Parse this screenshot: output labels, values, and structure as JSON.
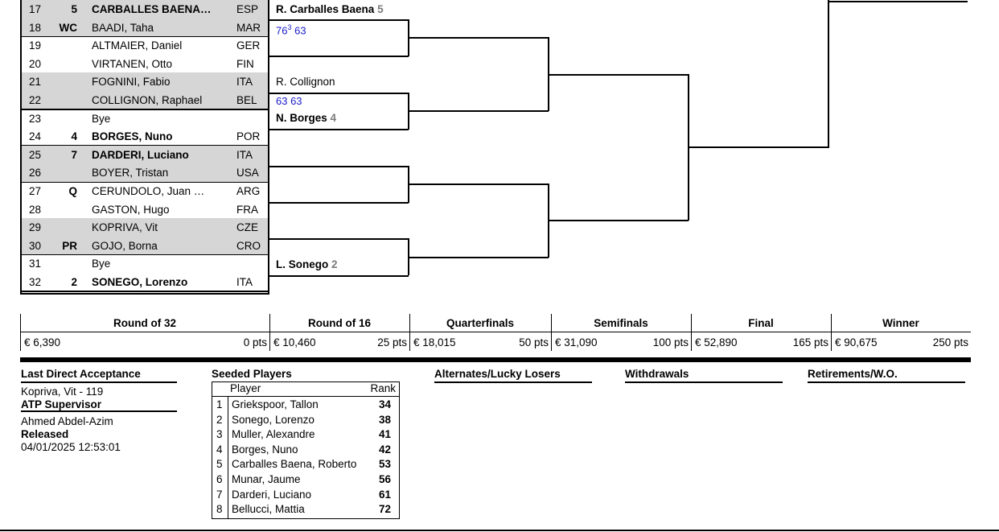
{
  "draw": [
    {
      "num": "17",
      "seed": "5",
      "name": "CARBALLES BAENA, ...",
      "nat": "ESP",
      "bold": true
    },
    {
      "num": "18",
      "seed": "WC",
      "name": "BAADI, Taha",
      "nat": "MAR",
      "bold": false
    },
    {
      "num": "19",
      "seed": "",
      "name": "ALTMAIER, Daniel",
      "nat": "GER",
      "bold": false
    },
    {
      "num": "20",
      "seed": "",
      "name": "VIRTANEN, Otto",
      "nat": "FIN",
      "bold": false
    },
    {
      "num": "21",
      "seed": "",
      "name": "FOGNINI, Fabio",
      "nat": "ITA",
      "bold": false
    },
    {
      "num": "22",
      "seed": "",
      "name": "COLLIGNON, Raphael",
      "nat": "BEL",
      "bold": false
    },
    {
      "num": "23",
      "seed": "",
      "name": "Bye",
      "nat": "",
      "bold": false
    },
    {
      "num": "24",
      "seed": "4",
      "name": "BORGES, Nuno",
      "nat": "POR",
      "bold": true
    },
    {
      "num": "25",
      "seed": "7",
      "name": "DARDERI, Luciano",
      "nat": "ITA",
      "bold": true
    },
    {
      "num": "26",
      "seed": "",
      "name": "BOYER, Tristan",
      "nat": "USA",
      "bold": false
    },
    {
      "num": "27",
      "seed": "Q",
      "name": "CERUNDOLO, Juan Ma...",
      "nat": "ARG",
      "bold": false
    },
    {
      "num": "28",
      "seed": "",
      "name": "GASTON, Hugo",
      "nat": "FRA",
      "bold": false
    },
    {
      "num": "29",
      "seed": "",
      "name": "KOPRIVA, Vit",
      "nat": "CZE",
      "bold": false
    },
    {
      "num": "30",
      "seed": "PR",
      "name": "GOJO, Borna",
      "nat": "CRO",
      "bold": false
    },
    {
      "num": "31",
      "seed": "",
      "name": "Bye",
      "nat": "",
      "bold": false
    },
    {
      "num": "32",
      "seed": "2",
      "name": "SONEGO, Lorenzo",
      "nat": "ITA",
      "bold": true
    }
  ],
  "r16": {
    "m1": {
      "winner": "R. Carballes Baena",
      "seed": "5",
      "score_main": "76",
      "score_tb": "3",
      "score_rest": " 63"
    },
    "m3a": {
      "winner": "R. Collignon",
      "score": "63 63"
    },
    "m3b": {
      "winner": "N. Borges",
      "seed": "4"
    },
    "m8": {
      "winner": "L. Sonego",
      "seed": "2"
    }
  },
  "prize": {
    "rounds": [
      {
        "label": "Round of 32",
        "money": "€ 6,390",
        "pts": "0 pts"
      },
      {
        "label": "Round of 16",
        "money": "€ 10,460",
        "pts": "25 pts"
      },
      {
        "label": "Quarterfinals",
        "money": "€ 18,015",
        "pts": "50 pts"
      },
      {
        "label": "Semifinals",
        "money": "€ 31,090",
        "pts": "100 pts"
      },
      {
        "label": "Final",
        "money": "€ 52,890",
        "pts": "165 pts"
      },
      {
        "label": "Winner",
        "money": "€ 90,675",
        "pts": "250 pts"
      }
    ]
  },
  "footer": {
    "lda_title": "Last Direct Acceptance",
    "lda_value": "Kopriva, Vit - 119",
    "supervisor_title": "ATP Supervisor",
    "supervisor_value": "Ahmed Abdel-Azim",
    "released_title": "Released",
    "released_value": "04/01/2025 12:53:01",
    "seeded_title": "Seeded Players",
    "seeded_col_player": "Player",
    "seeded_col_rank": "Rank",
    "seeded": [
      {
        "n": "1",
        "player": "Griekspoor, Tallon",
        "rank": "34"
      },
      {
        "n": "2",
        "player": "Sonego, Lorenzo",
        "rank": "38"
      },
      {
        "n": "3",
        "player": "Muller, Alexandre",
        "rank": "41"
      },
      {
        "n": "4",
        "player": "Borges, Nuno",
        "rank": "42"
      },
      {
        "n": "5",
        "player": "Carballes Baena, Roberto",
        "rank": "53"
      },
      {
        "n": "6",
        "player": "Munar, Jaume",
        "rank": "56"
      },
      {
        "n": "7",
        "player": "Darderi, Luciano",
        "rank": "61"
      },
      {
        "n": "8",
        "player": "Bellucci, Mattia",
        "rank": "72"
      }
    ],
    "alternates_title": "Alternates/Lucky Losers",
    "withdrawals_title": "Withdrawals",
    "retirements_title": "Retirements/W.O."
  }
}
